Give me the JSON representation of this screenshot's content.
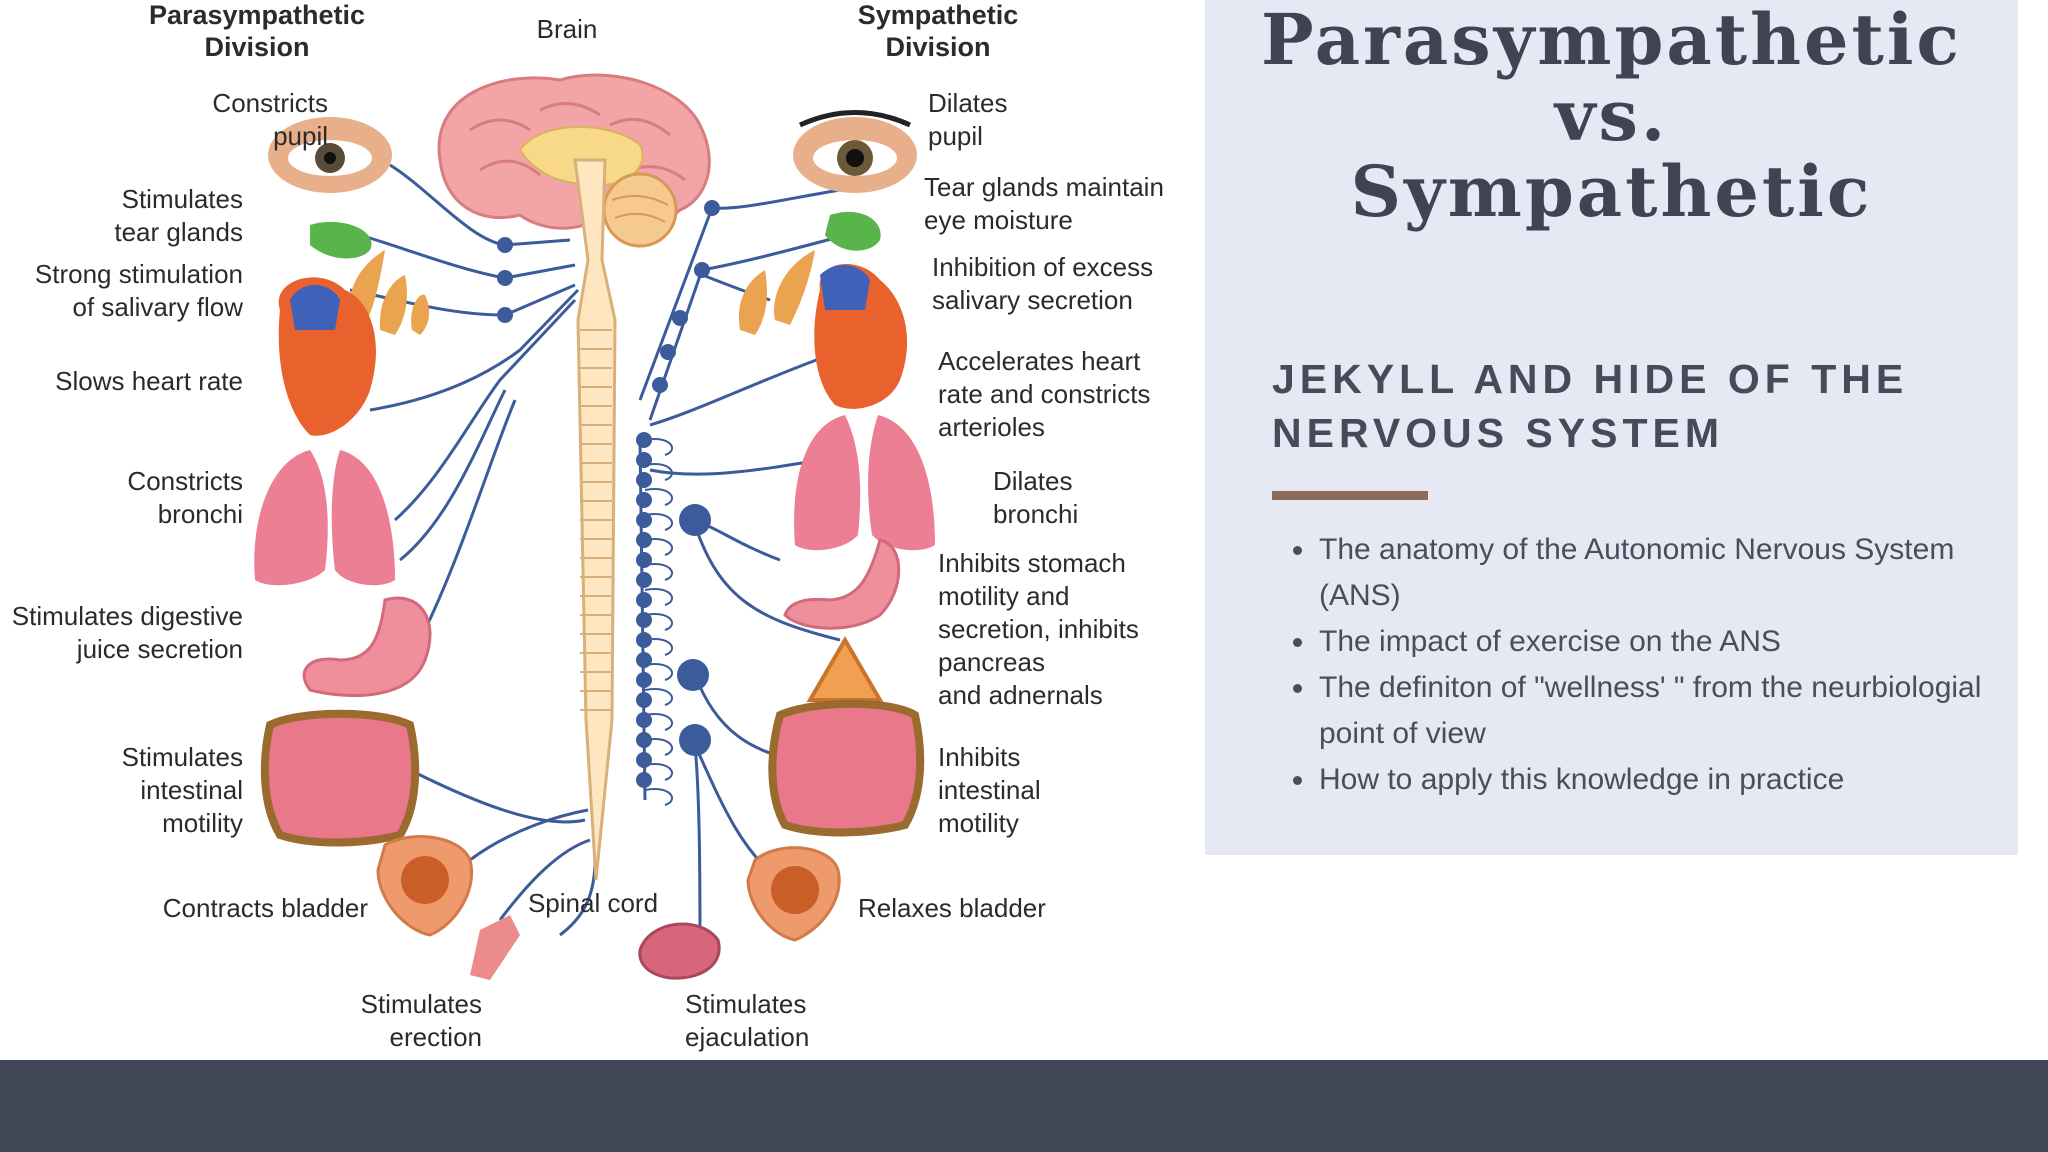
{
  "diagram": {
    "headers": {
      "parasympathetic": [
        "Parasympathetic",
        "Division"
      ],
      "sympathetic": [
        "Sympathetic",
        "Division"
      ],
      "brain": "Brain",
      "spinal_cord": "Spinal cord"
    },
    "parasympathetic_labels": [
      [
        "Constricts",
        "pupil"
      ],
      [
        "Stimulates",
        "tear glands"
      ],
      [
        "Strong stimulation",
        "of salivary flow"
      ],
      [
        "Slows heart rate"
      ],
      [
        "Constricts",
        "bronchi"
      ],
      [
        "Stimulates digestive",
        "juice secretion"
      ],
      [
        "Stimulates",
        "intestinal",
        "motility"
      ],
      [
        "Contracts bladder"
      ],
      [
        "Stimulates",
        "erection"
      ]
    ],
    "sympathetic_labels": [
      [
        "Dilates",
        "pupil"
      ],
      [
        "Tear glands maintain",
        "eye moisture"
      ],
      [
        "Inhibition of excess",
        "salivary secretion"
      ],
      [
        "Accelerates heart",
        "rate and constricts",
        "arterioles"
      ],
      [
        "Dilates",
        "bronchi"
      ],
      [
        "Inhibits stomach",
        "motility and",
        "secretion, inhibits",
        "pancreas",
        "and adnernals"
      ],
      [
        "Inhibits",
        "intestinal",
        "motility"
      ],
      [
        "Relaxes bladder"
      ],
      [
        "Stimulates",
        "ejaculation"
      ]
    ]
  },
  "panel": {
    "title_lines": [
      "Parasympathetic",
      "vs.",
      "Sympathetic"
    ],
    "subtitle_lines": [
      "JEKYLL AND HIDE OF THE",
      "NERVOUS SYSTEM"
    ],
    "bullets": [
      "The anatomy of the Autonomic Nervous System (ANS)",
      "The impact of exercise on the ANS",
      "The definiton of \"wellness' \" from the neurbiologial point of view",
      "How to apply this knowledge in practice"
    ]
  },
  "colors": {
    "panel_bg": "#e6e8f3",
    "footer_bg": "#414656",
    "accent_rule": "#8e6a5d",
    "nerve": "#3b5b9a"
  }
}
